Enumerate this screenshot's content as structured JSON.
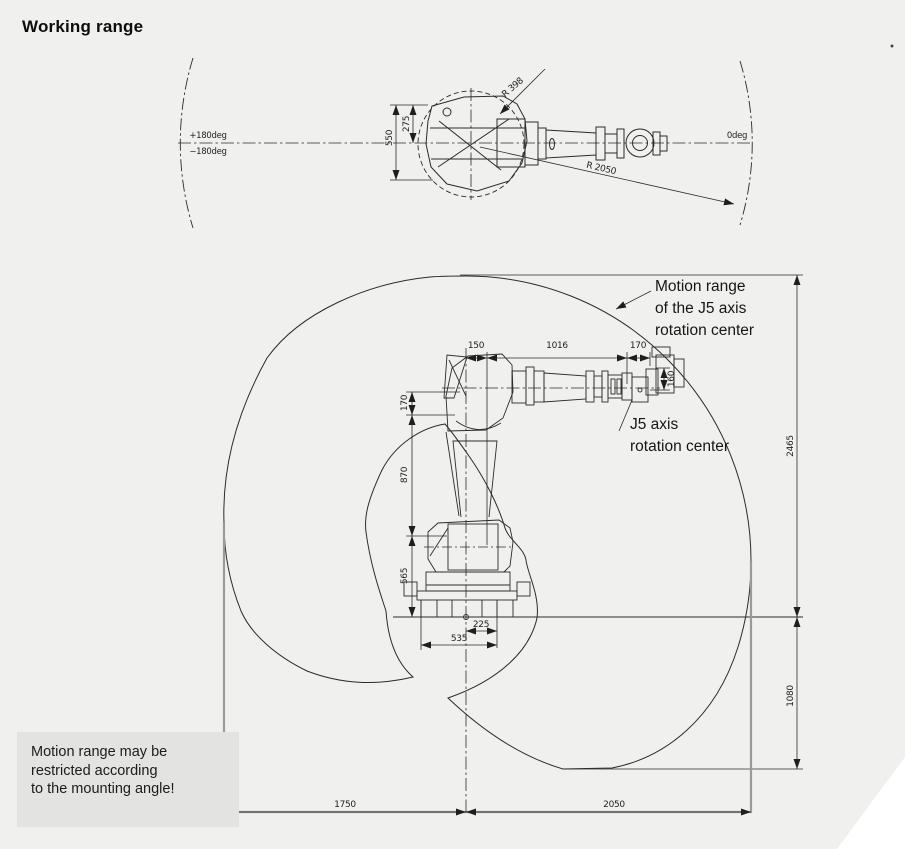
{
  "page": {
    "title": "Working range"
  },
  "top_view": {
    "angles": {
      "plus": "+180deg",
      "minus": "−180deg",
      "zero": "0deg"
    },
    "radii": {
      "inner": "R 398",
      "outer": "R 2050"
    },
    "dims": {
      "height_total": "550",
      "height_half": "275"
    }
  },
  "side_view": {
    "callouts": {
      "motion_range_line1": "Motion range",
      "motion_range_line2": "of the J5 axis",
      "motion_range_line3": "rotation center",
      "j5_line1": "J5 axis",
      "j5_line2": "rotation center"
    },
    "dims": {
      "j1_to_j2": "150",
      "arm_length": "1016",
      "wrist_offset": "170",
      "flange_height": "160",
      "elbow_offset": "170",
      "upper_arm": "870",
      "shoulder_height": "565",
      "base_front": "225",
      "base_width": "535",
      "reach_rear": "1750",
      "reach_front": "2050",
      "reach_up": "2465",
      "reach_down": "1080"
    }
  },
  "note": {
    "line1": "Motion range may be",
    "line2": "restricted according",
    "line3": "to the mounting angle!"
  }
}
